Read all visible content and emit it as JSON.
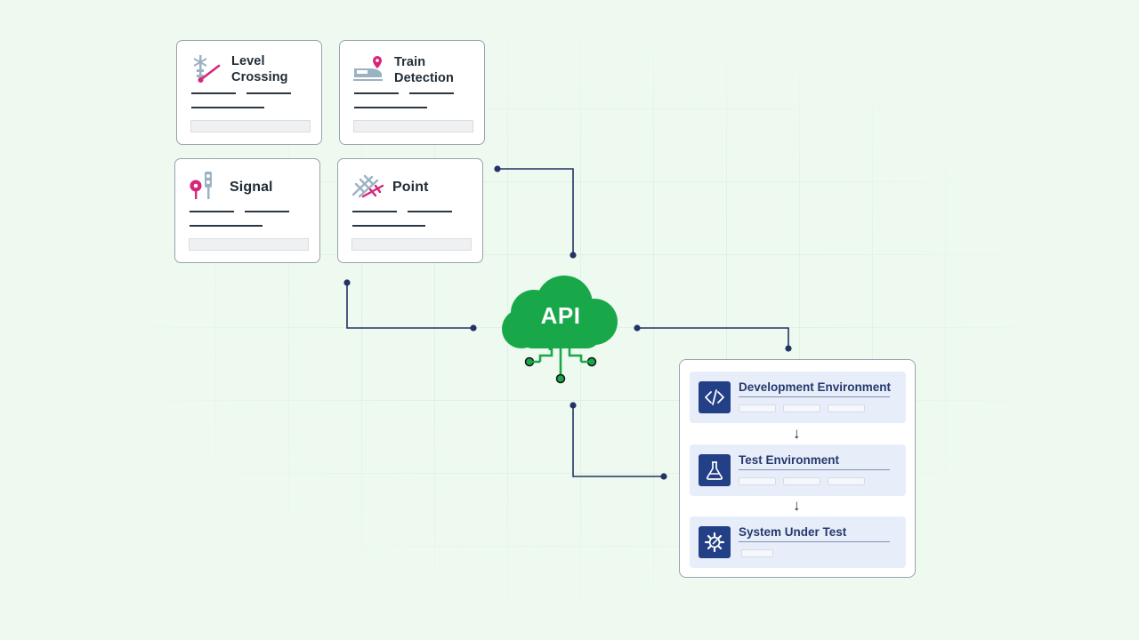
{
  "diagram": {
    "cards": [
      {
        "id": "level-crossing",
        "title_lines": [
          "Level",
          "Crossing"
        ]
      },
      {
        "id": "train-detection",
        "title_lines": [
          "Train",
          "Detection"
        ]
      },
      {
        "id": "signal",
        "title_lines": [
          "Signal"
        ]
      },
      {
        "id": "point",
        "title_lines": [
          "Point"
        ]
      }
    ],
    "cloud": {
      "label": "API"
    },
    "environments": [
      {
        "label": "Development Environment",
        "icon": "code-icon"
      },
      {
        "label": "Test Environment",
        "icon": "flask-icon"
      },
      {
        "label": "System Under Test",
        "icon": "gear-icon"
      }
    ],
    "arrow_glyph": "↓",
    "colors": {
      "background": "#eef9ef",
      "cloud_green": "#18a84a",
      "connector_navy": "#233366",
      "accent_magenta": "#d6257a",
      "env_icon_blue": "#233f86",
      "env_bg": "#e7eef9",
      "rail_icon_gray": "#9bb2c4"
    }
  }
}
